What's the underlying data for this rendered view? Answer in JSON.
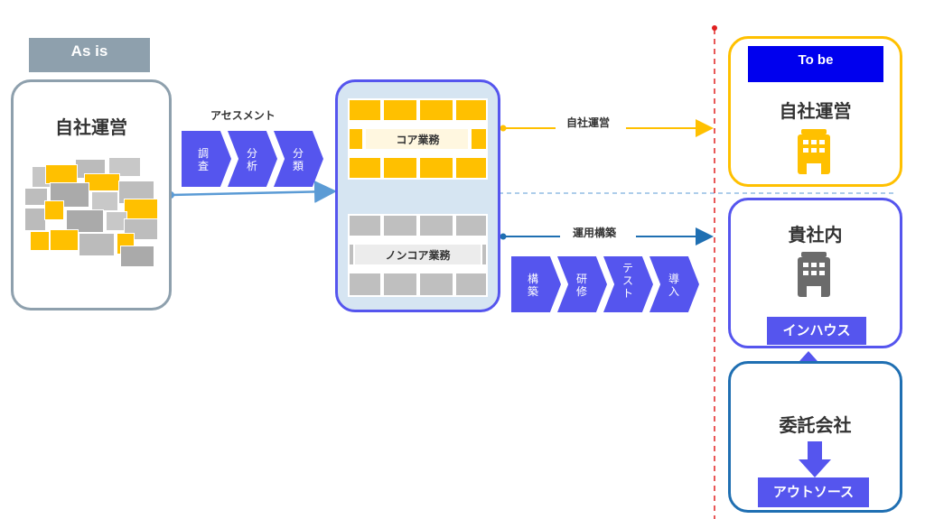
{
  "as_is": {
    "header": "As is",
    "title": "自社運営"
  },
  "assessment": {
    "label": "アセスメント",
    "steps": [
      "調査",
      "分析",
      "分類"
    ]
  },
  "center": {
    "core_label": "コア業務",
    "noncore_label": "ノンコア業務"
  },
  "arrows": {
    "top_label": "自社運営",
    "bottom_label": "運用構築"
  },
  "build_steps": [
    "構築",
    "研修",
    "テスト",
    "導入"
  ],
  "to_be": {
    "header": "To be",
    "self_title": "自社運営",
    "inhouse_title": "貴社内",
    "inhouse_badge": "インハウス",
    "outsource_title": "委託会社",
    "outsource_badge": "アウトソース"
  },
  "colors": {
    "yellow": "#ffc000",
    "blue_purple": "#5555ee",
    "gray": "#aeaeae",
    "border_gray": "#8ea0ad",
    "dark_blue": "#1f6fb2",
    "red": "#e02020"
  }
}
